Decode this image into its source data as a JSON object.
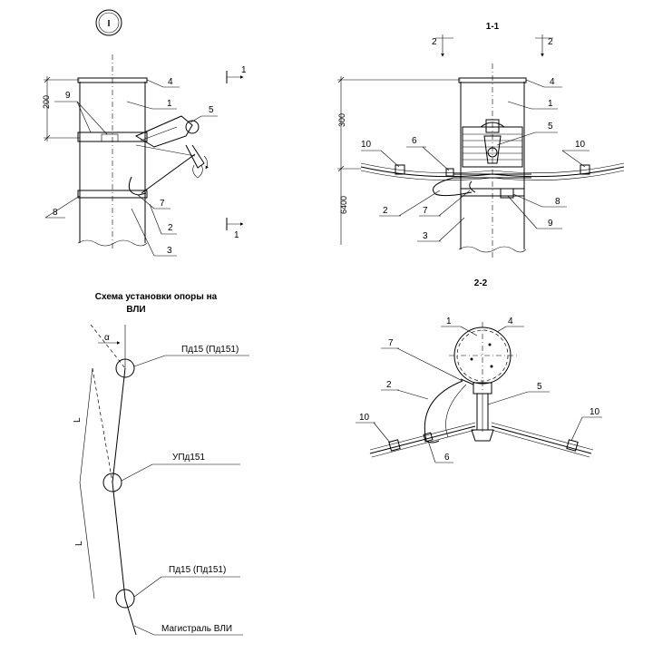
{
  "view_marker": "I",
  "section_11_title": "1-1",
  "section_22_title": "2-2",
  "cut_marks": {
    "top_left": "1",
    "bottom_left": "1",
    "top_a": "2",
    "top_b": "2"
  },
  "dims": {
    "d200": "200",
    "d300": "300",
    "d6400": "6400"
  },
  "view_i_callouts": {
    "c1": "1",
    "c2": "2",
    "c3": "3",
    "c4": "4",
    "c5": "5",
    "c7": "7",
    "c8": "8",
    "c9": "9"
  },
  "section_11_callouts": {
    "c1": "1",
    "c2": "2",
    "c3": "3",
    "c4": "4",
    "c5": "5",
    "c6": "6",
    "c7": "7",
    "c8": "8",
    "c9": "9",
    "c10a": "10",
    "c10b": "10"
  },
  "section_22_callouts": {
    "c1": "1",
    "c2": "2",
    "c4": "4",
    "c5": "5",
    "c6": "6",
    "c7": "7",
    "c10a": "10",
    "c10b": "10"
  },
  "scheme": {
    "title_line1": "Схема установки опоры на",
    "title_line2": "ВЛИ",
    "alpha": "α",
    "span_l1": "L",
    "span_l2": "L",
    "pole_top": "Пд15 (Пд151)",
    "pole_mid": "УПд151",
    "pole_bottom": "Пд15 (Пд151)",
    "main_line": "Магистраль ВЛИ"
  }
}
